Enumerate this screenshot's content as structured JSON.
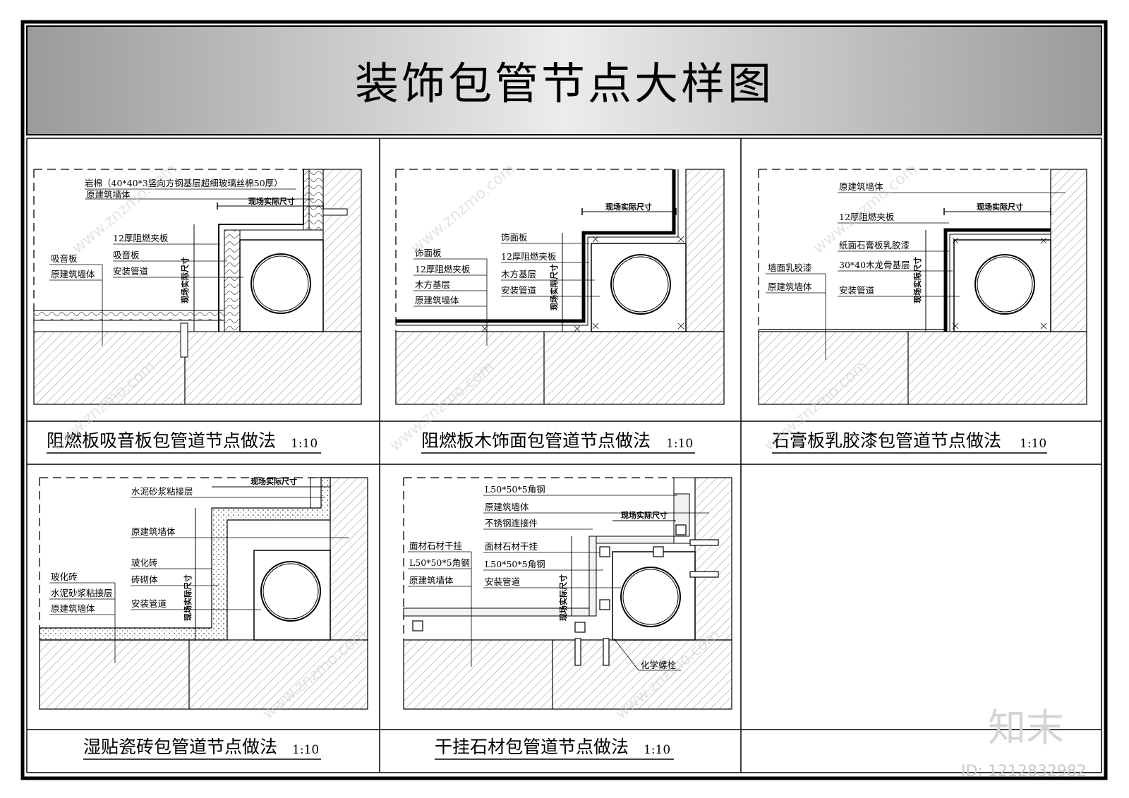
{
  "title": "装饰包管节点大样图",
  "dim_label": "现场实际尺寸",
  "panels": [
    {
      "caption": "阻燃板吸音板包管道节点做法",
      "scale": "1:10",
      "labels": [
        "岩棉（40*40*3竖向方钢基层超细玻璃丝棉50厚）",
        "原建筑墙体",
        "12厚阻燃夹板",
        "吸音板",
        "安装管道",
        "吸音板",
        "原建筑墙体"
      ]
    },
    {
      "caption": "阻燃板木饰面包管道节点做法",
      "scale": "1:10",
      "labels": [
        "饰面板",
        "12厚阻燃夹板",
        "木方基层",
        "安装管道",
        "饰面板",
        "12厚阻燃夹板",
        "木方基层",
        "原建筑墙体"
      ]
    },
    {
      "caption": "石膏板乳胶漆包管道节点做法",
      "scale": "1:10",
      "labels": [
        "原建筑墙体",
        "12厚阻燃夹板",
        "纸面石膏板乳胶漆",
        "30*40木龙骨基层",
        "安装管道",
        "墙面乳胶漆",
        "原建筑墙体"
      ]
    },
    {
      "caption": "湿贴瓷砖包管道节点做法",
      "scale": "1:10",
      "labels": [
        "水泥砂浆粘接层",
        "原建筑墙体",
        "玻化砖",
        "砖砌体",
        "安装管道",
        "玻化砖",
        "水泥砂浆粘接层",
        "原建筑墙体"
      ]
    },
    {
      "caption": "干挂石材包管道节点做法",
      "scale": "1:10",
      "labels": [
        "L50*50*5角钢",
        "原建筑墙体",
        "不锈钢连接件",
        "面材石材干挂",
        "L50*50*5角钢",
        "安装管道",
        "面材石材干挂",
        "L50*50*5角钢",
        "原建筑墙体",
        "化学螺栓"
      ]
    }
  ],
  "watermark": {
    "url": "www.znzmo.com",
    "brand": "知末",
    "id": "ID: 1212832982"
  }
}
